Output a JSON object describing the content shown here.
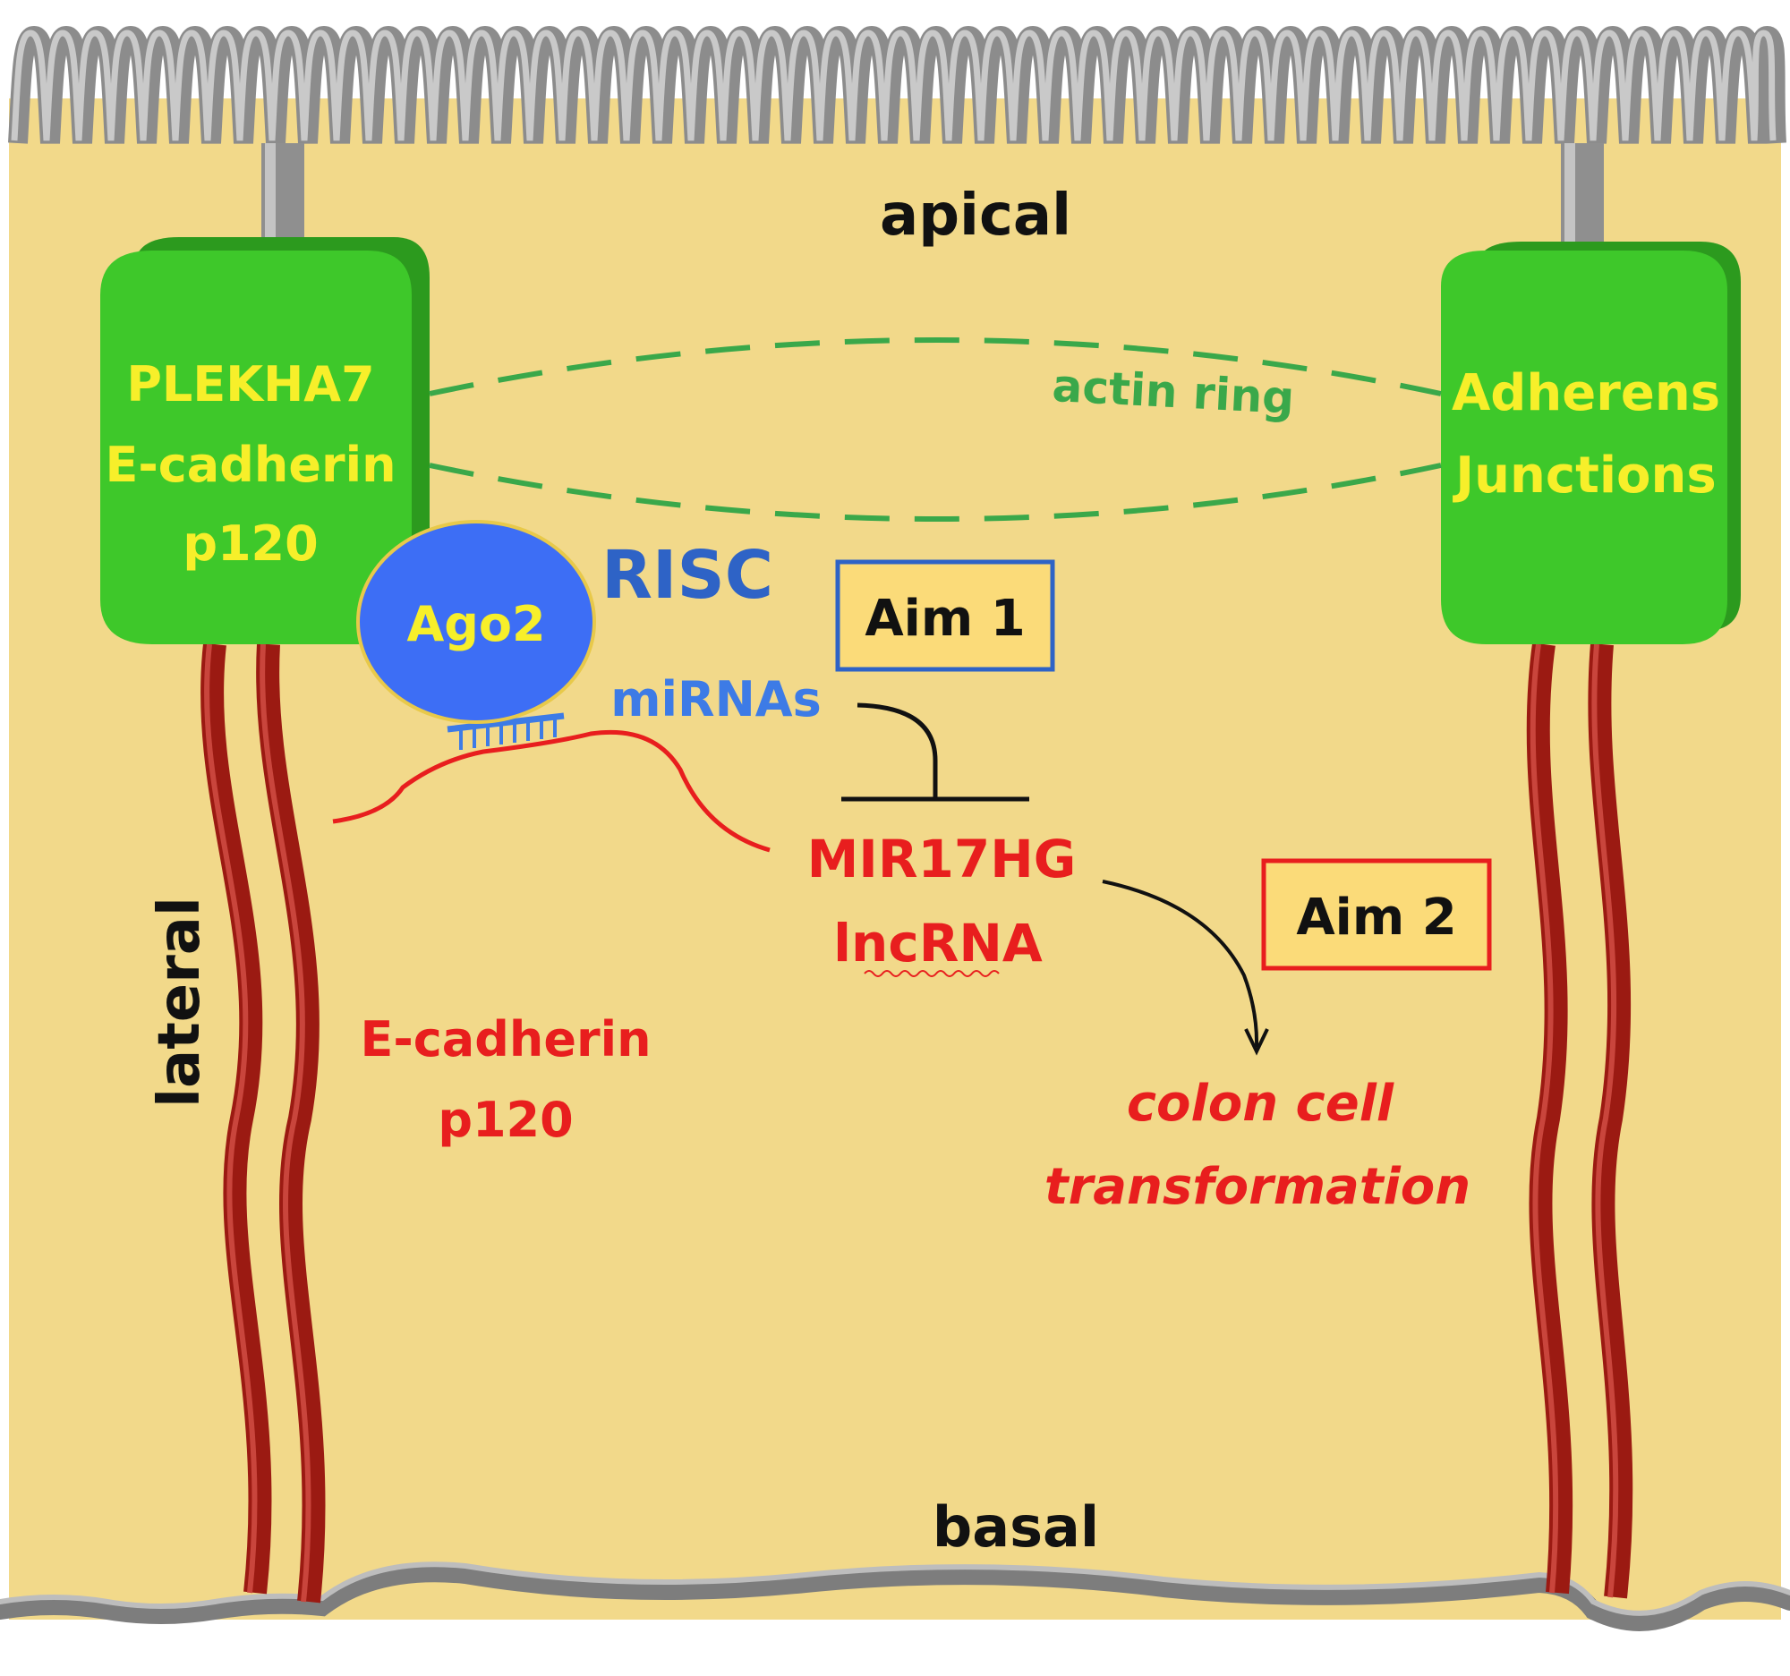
{
  "colors": {
    "cytoplasm": "#f2d98a",
    "membrane": "#8c8c8c",
    "junction_green": "#3ec82a",
    "cadherin_red": "#9b1a12",
    "label_yellow": "#f7ef2a",
    "ago2_blue": "#3d6ef5",
    "risc_blue": "#2e63c6",
    "mirna_blue": "#3d7be6",
    "lncrna_red": "#e81e1e",
    "actin_green": "#3aa84a",
    "aim_box_fill": "#fbdb79",
    "aim1_border": "#2e63c6",
    "aim2_border": "#e81e1e",
    "inhibit_black": "#111111"
  },
  "labels": {
    "apical": "apical",
    "basal": "basal",
    "lateral": "lateral",
    "actin_ring": "actin ring",
    "left_junction": [
      "PLEKHA7",
      "E-cadherin",
      "p120"
    ],
    "right_junction": [
      "Adherens",
      "Junctions"
    ],
    "ago2": "Ago2",
    "risc": "RISC",
    "mirnas": "miRNAs",
    "lncrna": [
      "MIR17HG",
      "lncRNA"
    ],
    "lateral_proteins": [
      "E-cadherin",
      "p120"
    ],
    "aim1": "Aim 1",
    "aim2": "Aim 2",
    "outcome": [
      "colon cell",
      "transformation"
    ]
  },
  "icons": {
    "microvilli": "microvilli-border",
    "base_membrane": "basal-membrane",
    "junction": "adherens-junction-block",
    "cadherin": "cadherin-strands",
    "ago2": "ago2-protein-blob",
    "mirna_duplex": "mirna-binding-ladder",
    "inhibition": "inhibition-t-bar",
    "arrow": "curved-arrow"
  }
}
